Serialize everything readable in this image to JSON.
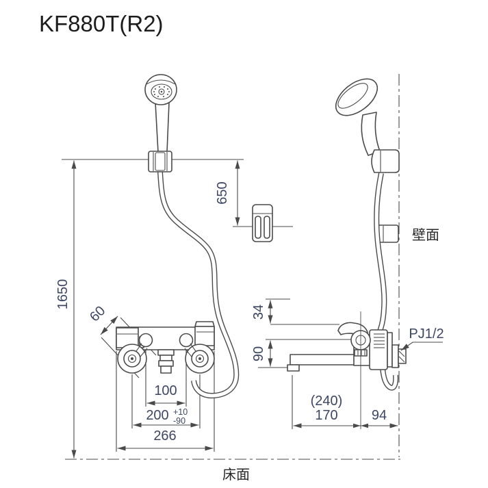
{
  "title": "KF880T(R2)",
  "colors": {
    "background": "#ffffff",
    "line": "#4a4a4a",
    "dimension_text": "#3d4663",
    "label_text": "#28282a"
  },
  "labels": {
    "wall": "壁面",
    "floor": "床面",
    "thread_size": "PJ1/2"
  },
  "dimensions": {
    "height_floor_to_hanger": "1650",
    "hanger_to_hook": "650",
    "handle_diagonal": "60",
    "handle_center_pitch": "100",
    "inlet_pitch": "200",
    "inlet_pitch_tol_upper": "+10",
    "inlet_pitch_tol_lower": "-90",
    "overall_width": "266",
    "body_top_to_center": "34",
    "center_to_spout_bottom": "90",
    "spout_reach_ref": "(240)",
    "spout_tip_to_center": "170",
    "center_to_wall": "94"
  }
}
